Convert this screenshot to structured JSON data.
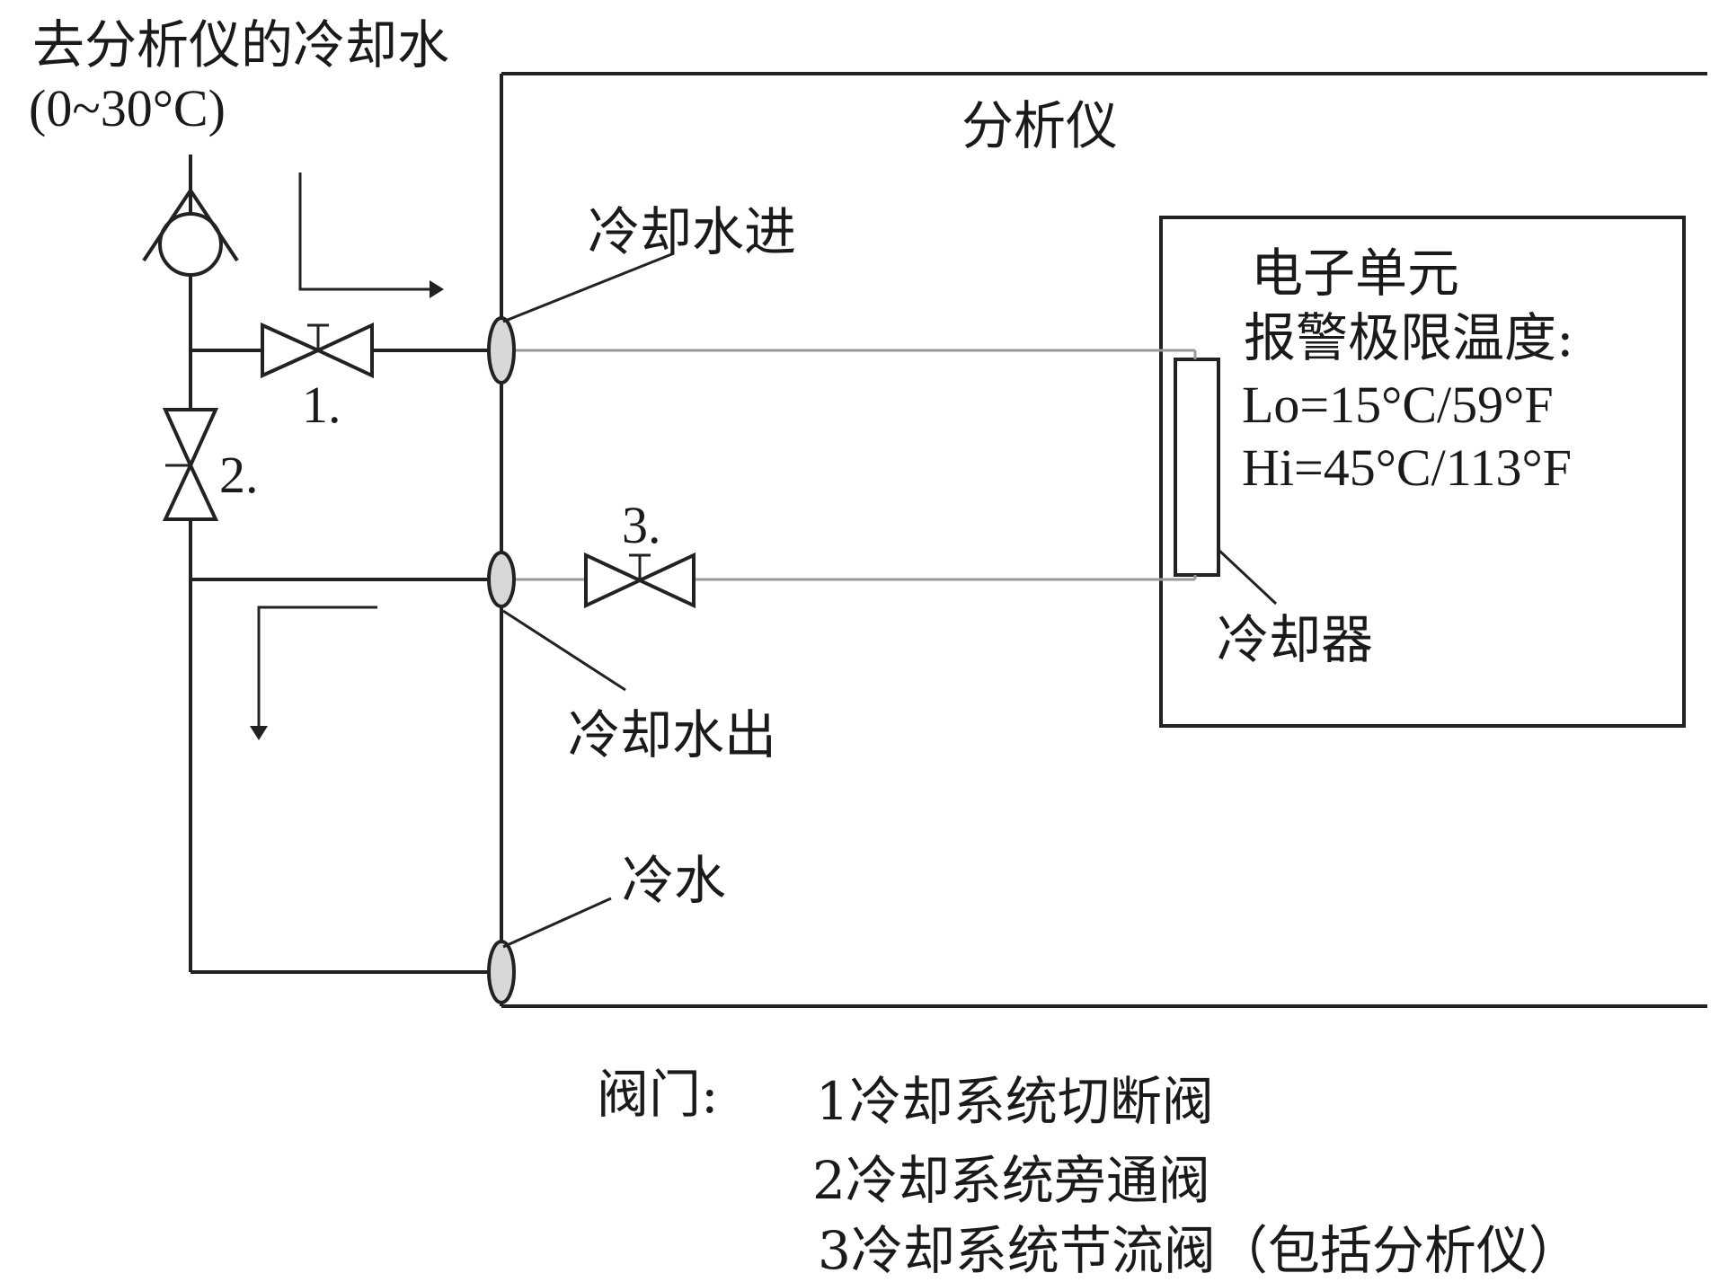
{
  "labels": {
    "supply_title": "去分析仪的冷却水",
    "supply_range": "(0~30°C)",
    "analyzer": "分析仪",
    "water_in": "冷却水进",
    "water_out": "冷却水出",
    "cold_water": "冷水",
    "electronics": "电子单元",
    "alarm_title": "报警极限温度:",
    "alarm_lo": "Lo=15°C/59°F",
    "alarm_hi": "Hi=45°C/113°F",
    "cooler": "冷却器",
    "valve_1": "1.",
    "valve_2": "2.",
    "valve_3": "3."
  },
  "legend": {
    "title": "阀门:",
    "items": [
      "1冷却系统切断阀",
      "2冷却系统旁通阀",
      "3冷却系统节流阀（包括分析仪）"
    ]
  },
  "icons": {
    "supply": "inlet-funnel-icon",
    "valve": "gate-valve-icon",
    "port": "pipe-port-icon"
  }
}
